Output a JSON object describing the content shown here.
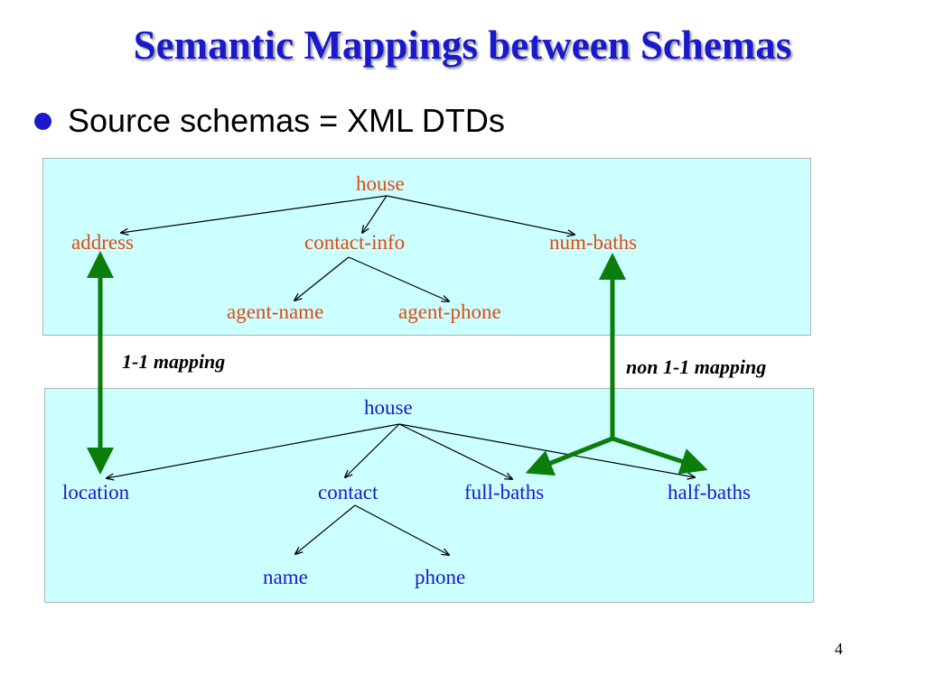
{
  "slide": {
    "title": "Semantic Mappings between Schemas",
    "bullet": "Source schemas = XML DTDs",
    "page_number": "4"
  },
  "source_schema": {
    "root": "house",
    "children": [
      "address",
      "contact-info",
      "num-baths"
    ],
    "grandchildren": [
      "agent-name",
      "agent-phone"
    ]
  },
  "target_schema": {
    "root": "house",
    "children": [
      "location",
      "contact",
      "full-baths",
      "half-baths"
    ],
    "grandchildren": [
      "name",
      "phone"
    ]
  },
  "mappings": {
    "one_to_one_label": "1-1 mapping",
    "non_one_to_one_label": "non 1-1 mapping"
  },
  "colors": {
    "title": "#1a1acc",
    "source_text": "#e04a14",
    "target_text": "#1a1acc",
    "panel_fill": "#ccffff",
    "mapping_arrow": "#0a7d0a"
  }
}
